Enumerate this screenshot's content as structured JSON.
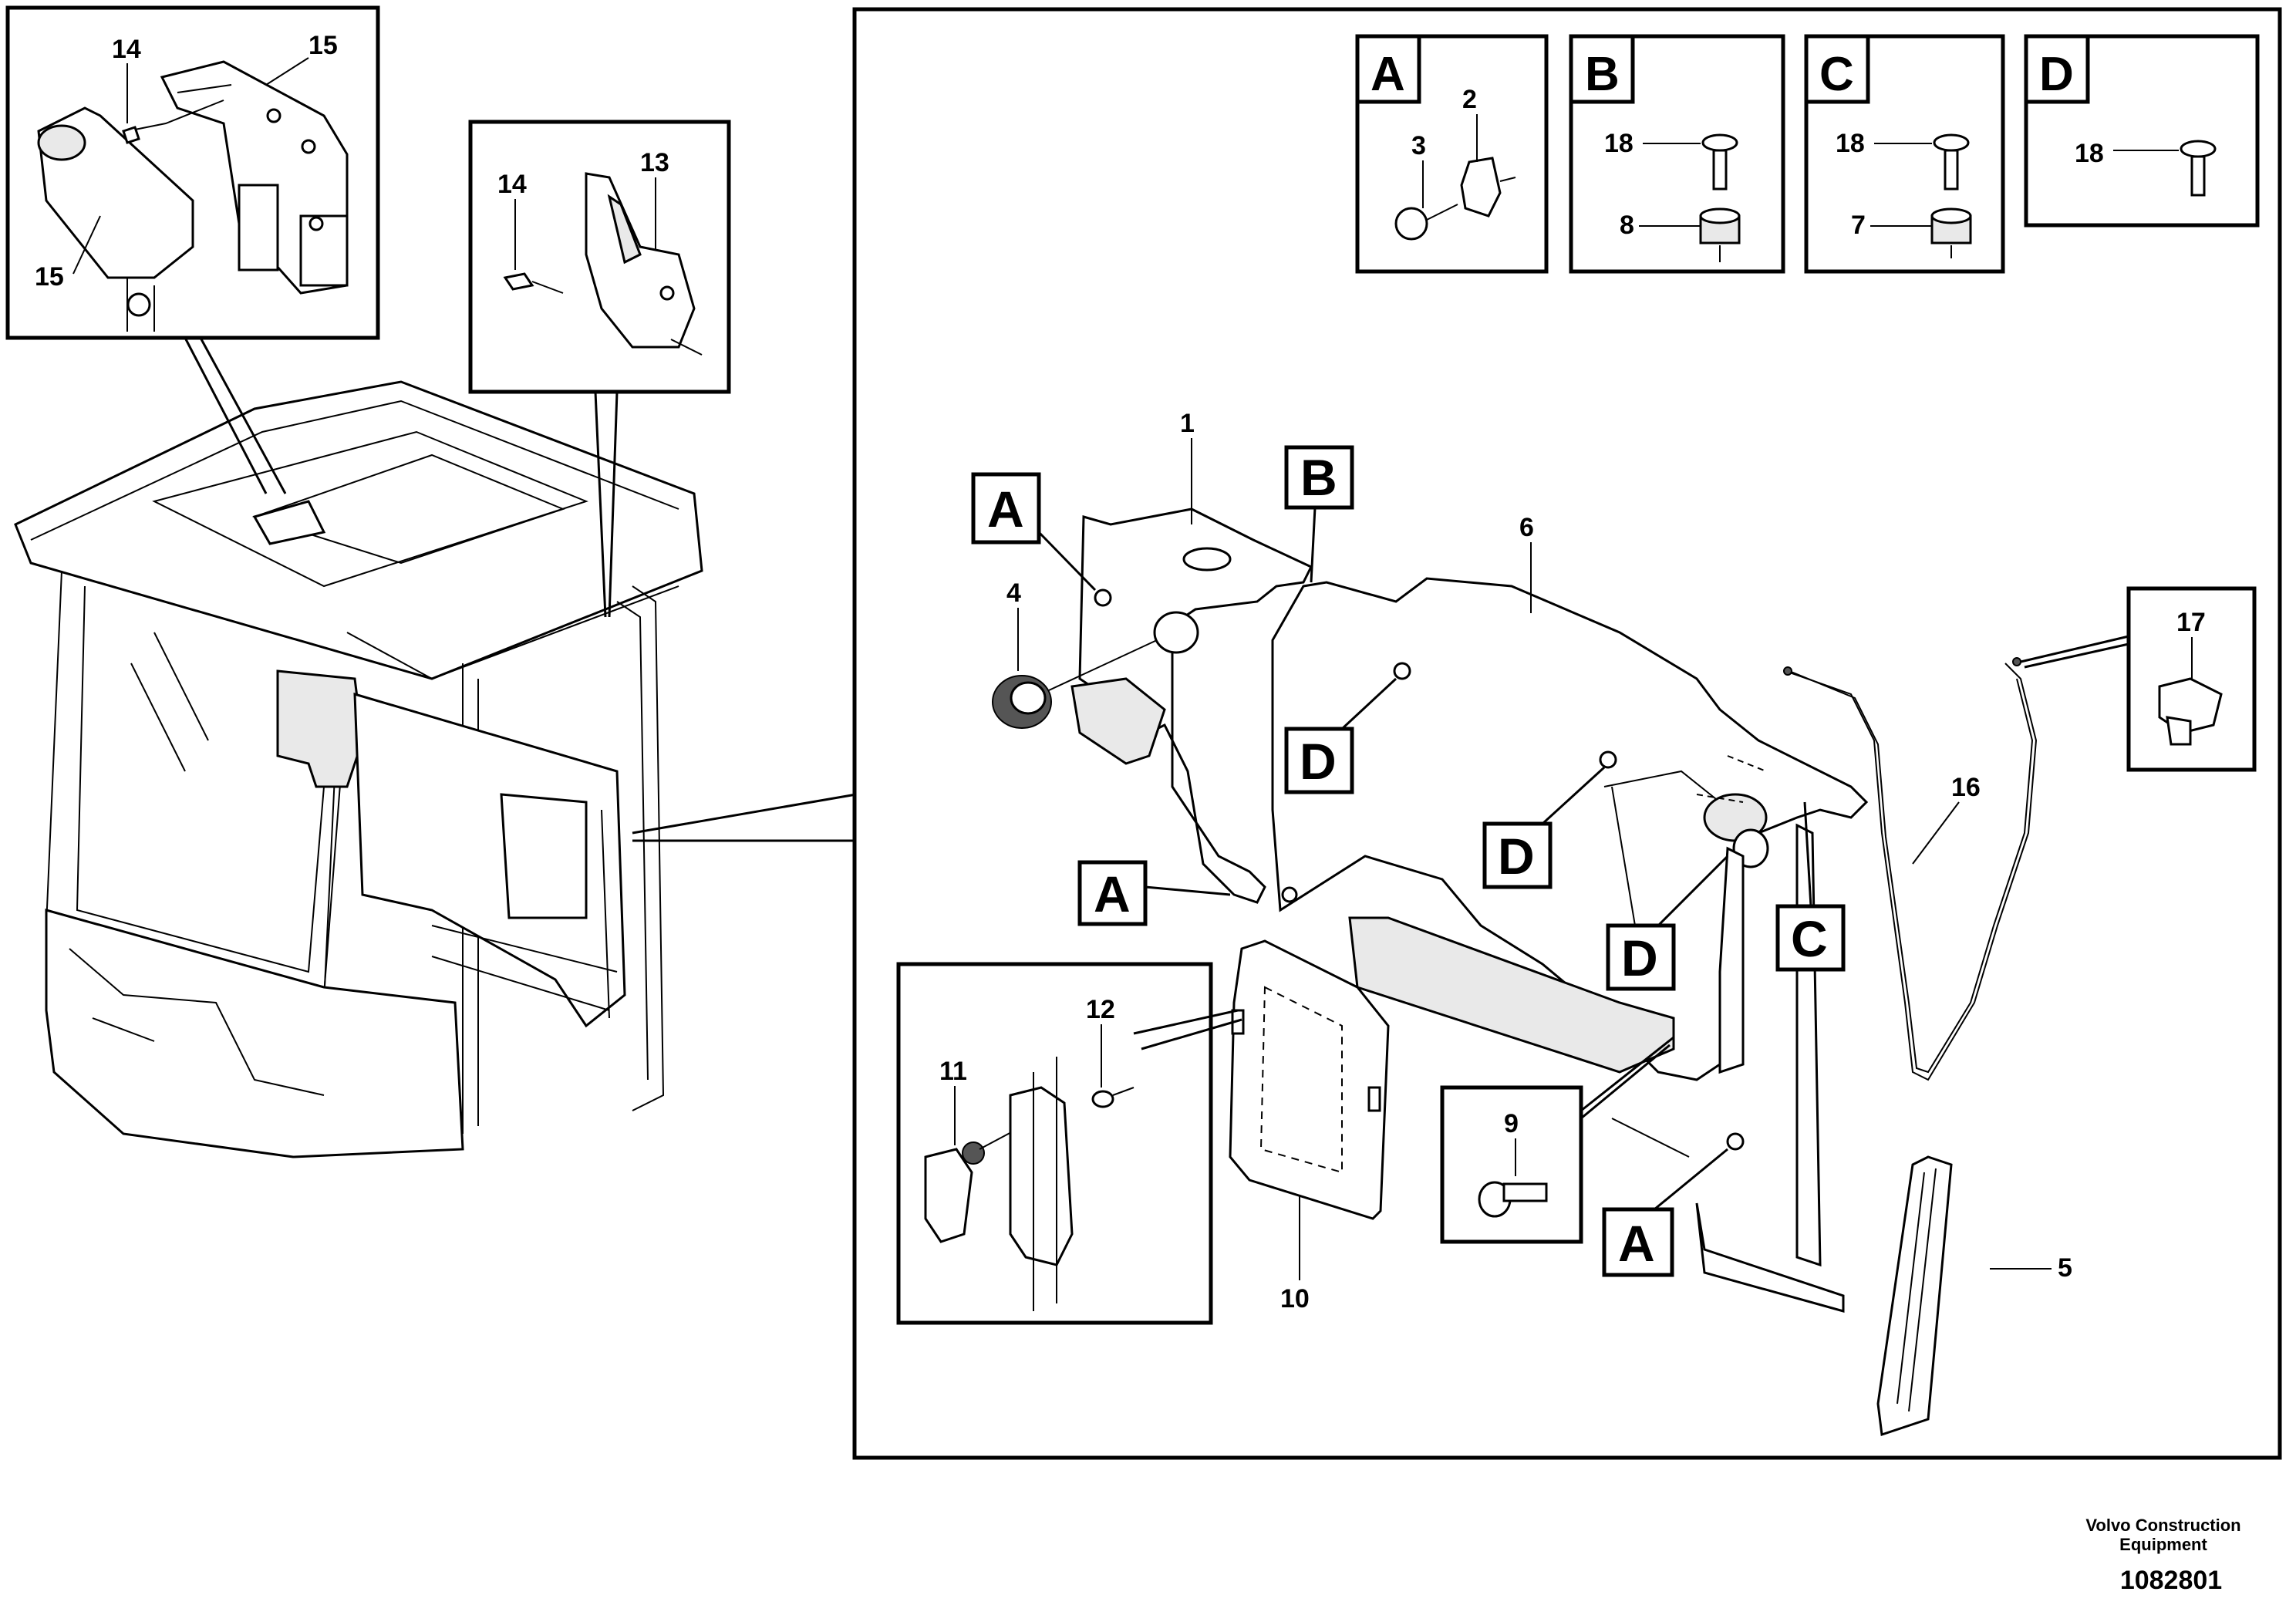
{
  "labels": {
    "n14_top": "14",
    "n15_top": "15",
    "n15_left": "15",
    "n14_mid": "14",
    "n13": "13",
    "n1": "1",
    "n2": "2",
    "n3": "3",
    "n4": "4",
    "n5": "5",
    "n6": "6",
    "n7": "7",
    "n8_b": "8",
    "n9": "9",
    "n10": "10",
    "n11": "11",
    "n12": "12",
    "n16": "16",
    "n17": "17",
    "n18_b": "18",
    "n18_c": "18",
    "n18_d": "18"
  },
  "detail_boxes": {
    "a": "A",
    "b": "B",
    "c": "C",
    "d": "D"
  },
  "callouts": {
    "a1": "A",
    "a2": "A",
    "a3": "A",
    "b1": "B",
    "c1": "C",
    "d1": "D",
    "d2": "D",
    "d3": "D"
  },
  "footer": {
    "company_line1": "Volvo Construction",
    "company_line2": "Equipment",
    "drawing_number": "1082801"
  }
}
